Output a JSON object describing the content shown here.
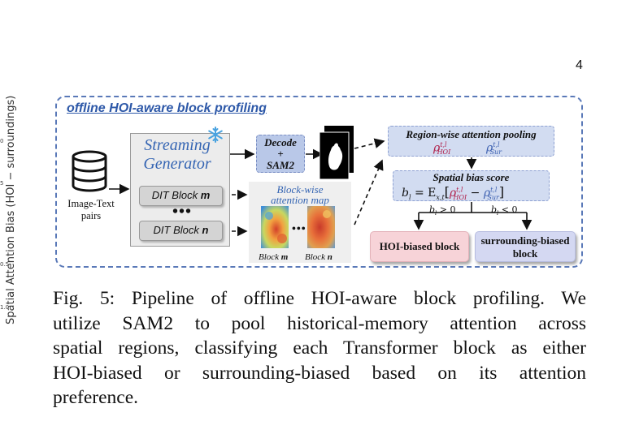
{
  "page": {
    "number": "4"
  },
  "side_axis": {
    "label": "Spatial Attention Bias  (HOI − surroundings)",
    "ticks": [
      "0",
      "5",
      "0.5",
      "1.0"
    ]
  },
  "figure": {
    "title": "offline HOI-aware block profiling",
    "image_text_pairs": "Image-Text pairs",
    "generator": {
      "line1": "Streaming",
      "line2": "Generator"
    },
    "dit_block_prefix": "DIT Block",
    "dit_m": "m",
    "dit_n": "n",
    "ellipsis": "•••",
    "decode": {
      "line1": "Decode",
      "line2": "+",
      "line3": "SAM2"
    },
    "block_attention": {
      "line1": "Block-wise",
      "line2": "attention map"
    },
    "block_caption_prefix": "Block",
    "attn_dots": "•••",
    "region_pooling": {
      "title": "Region-wise attention pooling",
      "rho": "ρ",
      "sup": "t,l",
      "hoi_sub": "HOI",
      "sur_sub": "Sur"
    },
    "spatial_bias": {
      "title": "Spatial bias score",
      "b": "b",
      "b_sub": "l",
      "equals": "= E",
      "e_sub": "x,t",
      "minus": "−"
    },
    "cond_pos": "> 0",
    "cond_neg": "< 0",
    "hoi_block": "HOI-biased block",
    "sur_block": {
      "line1": "surrounding-biased",
      "line2": "block"
    },
    "colors": {
      "frame": "#5a79b8",
      "title": "#2d58a8",
      "generator_text": "#3565b3",
      "decode_fill": "#b9c8e8",
      "region_fill": "#d2dcf1",
      "hoi_fill": "#f7d3d8",
      "sur_fill": "#d4d8f2",
      "hoi_symbol": "#b0204a",
      "sur_symbol": "#3b5fb0",
      "snowflake": "#4aa3e0"
    }
  },
  "caption": {
    "lines": [
      "Fig. 5: Pipeline of offline HOI-aware block profiling. We",
      "utilize SAM2 to pool historical-memory attention across",
      "spatial regions, classifying each Transformer block as either",
      "HOI-biased or surrounding-biased based on its attention",
      "preference."
    ]
  }
}
